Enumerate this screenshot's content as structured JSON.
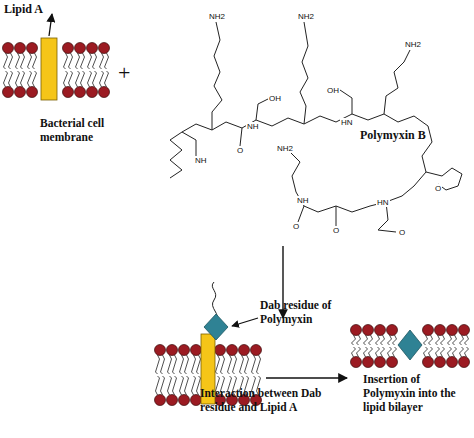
{
  "diagram": {
    "nodes": [
      {
        "text": [
          "Bacterial cell membrane"
        ]
      },
      {
        "text": [
          "Polymyxin B"
        ]
      },
      {
        "text": [
          "Interaction between Dab residue and Lipid A"
        ]
      },
      {
        "text": [
          "Insertion of Polymyxin into the lipid bilayer"
        ]
      }
    ],
    "edges": [
      {
        "from": 1,
        "to": 2,
        "arrow": "to"
      },
      {
        "from": 2,
        "to": 3,
        "arrow": "to"
      }
    ],
    "labels": [
      "Lipid A",
      "+",
      "Dab residue of Polymyxin",
      "NH2",
      "NH2",
      "NH2",
      "NH2",
      "OH",
      "OH",
      "O",
      "O",
      "O",
      "O",
      "O",
      "NH",
      "NH",
      "HN",
      "HN",
      "NH"
    ]
  }
}
